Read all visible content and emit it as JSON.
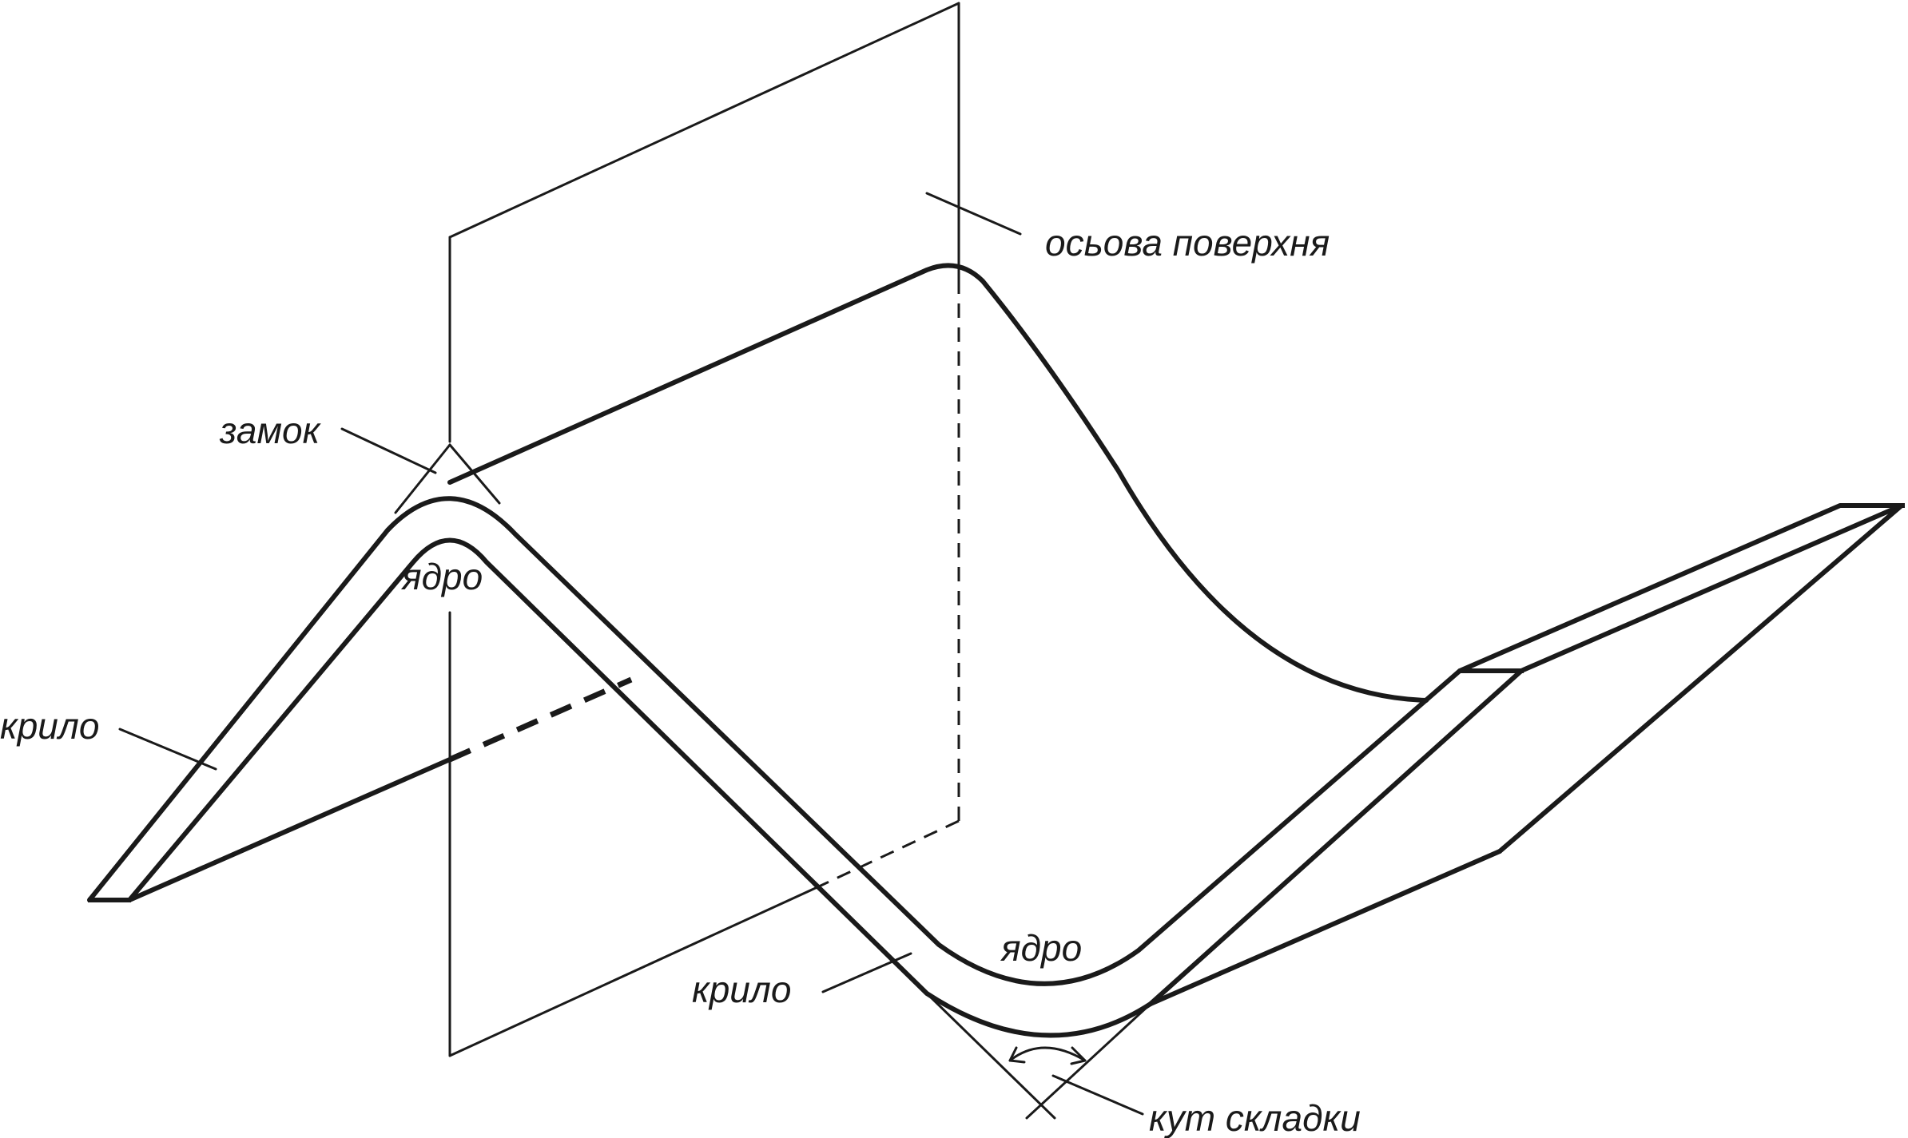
{
  "labels": {
    "axial_surface": "осьова поверхня",
    "hinge": "замок",
    "core_anticline": "ядро",
    "core_syncline": "ядро",
    "limb_left": "крило",
    "limb_middle": "крило",
    "fold_angle": "кут складки"
  },
  "colors": {
    "ink": "#1a1a1a",
    "background": "#ffffff"
  }
}
